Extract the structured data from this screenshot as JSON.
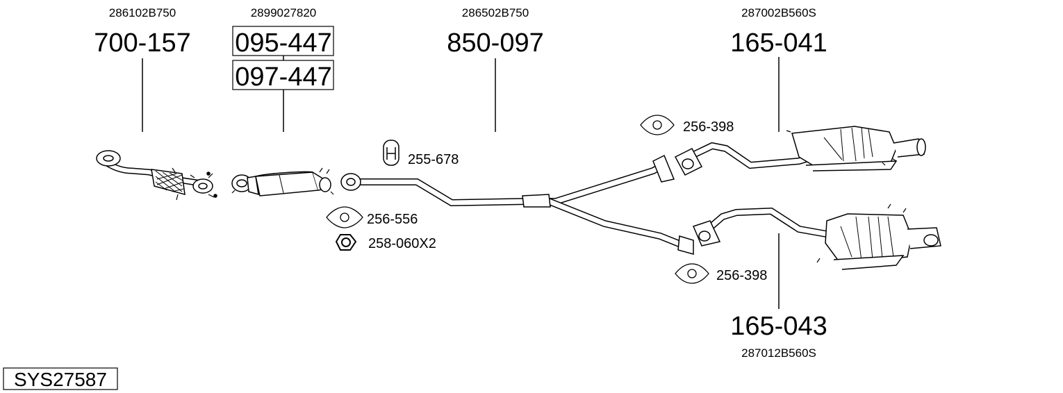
{
  "diagram": {
    "system_code": "SYS27587",
    "parts": [
      {
        "id": "p1",
        "oem": "286102B750",
        "part_no": "700-157"
      },
      {
        "id": "p2",
        "oem": "2899027820",
        "part_no": "095-447",
        "alt_part_no": "097-447"
      },
      {
        "id": "p3",
        "oem": "286502B750",
        "part_no": "850-097"
      },
      {
        "id": "p4",
        "oem": "287002B560S",
        "part_no": "165-041"
      },
      {
        "id": "p5",
        "oem": "287012B560S",
        "part_no": "165-043"
      }
    ],
    "accessories": [
      {
        "id": "a1",
        "part_no": "255-678",
        "icon": "hanger-icon"
      },
      {
        "id": "a2",
        "part_no": "256-556",
        "icon": "gasket-icon"
      },
      {
        "id": "a3",
        "part_no": "258-060X2",
        "icon": "nut-icon"
      },
      {
        "id": "a4",
        "part_no": "256-398",
        "icon": "gasket-icon"
      },
      {
        "id": "a5",
        "part_no": "256-398",
        "icon": "gasket-icon"
      }
    ]
  }
}
